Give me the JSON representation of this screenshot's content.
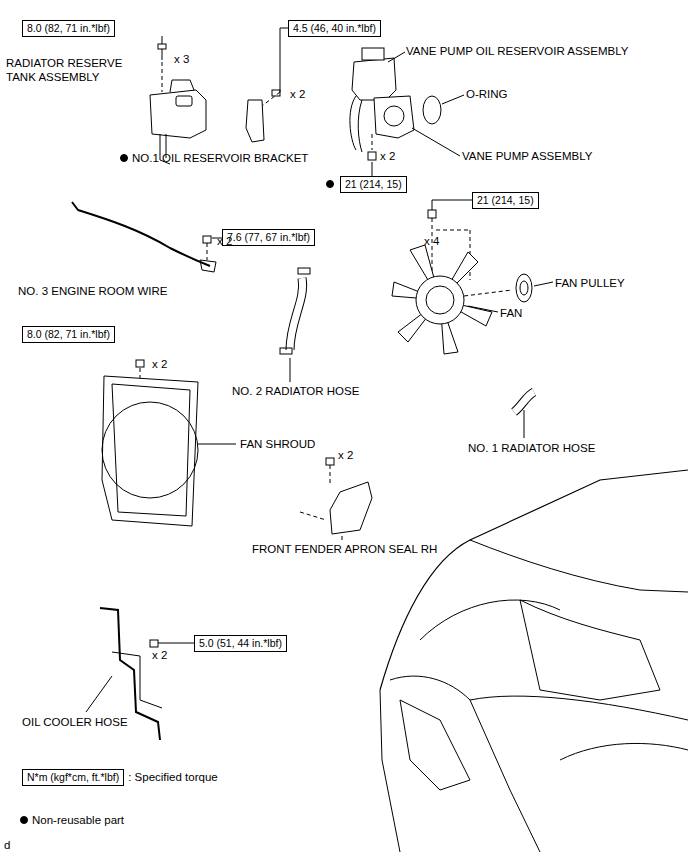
{
  "diagram": {
    "nodes": [
      {
        "text": [
          "8.0 (82, 71 in.*lbf)"
        ]
      },
      {
        "text": [
          "4.5 (46, 40 in.*lbf)"
        ]
      },
      {
        "text": [
          "21 (214, 15)"
        ]
      },
      {
        "text": [
          "21 (214, 15)"
        ]
      },
      {
        "text": [
          "7.6 (77, 67 in.*lbf)"
        ]
      },
      {
        "text": [
          "8.0 (82, 71 in.*lbf)"
        ]
      },
      {
        "text": [
          "5.0 (51, 44 in.*lbf)"
        ]
      },
      {
        "text": [
          "N*m (kgf*cm, ft.*lbf)"
        ]
      }
    ],
    "labels": [
      "RADIATOR RESERVE TANK ASSEMBLY",
      "x 3",
      "x 2",
      "VANE PUMP OIL RESERVOIR ASSEMBLY",
      "O-RING",
      "NO.1 OIL RESERVOIR BRACKET",
      "x 2",
      "VANE PUMP ASSEMBLY",
      "x 2",
      "x 4",
      "NO. 3 ENGINE ROOM WIRE",
      "FAN PULLEY",
      "FAN",
      "x 2",
      "NO. 2 RADIATOR HOSE",
      "FAN SHROUD",
      "x 2",
      "NO. 1 RADIATOR HOSE",
      "FRONT FENDER APRON SEAL RH",
      "x 2",
      "OIL COOLER HOSE",
      "d"
    ],
    "legend": [
      {
        "text": ": Specified torque"
      },
      {
        "text": "Non-reusable part"
      }
    ]
  }
}
